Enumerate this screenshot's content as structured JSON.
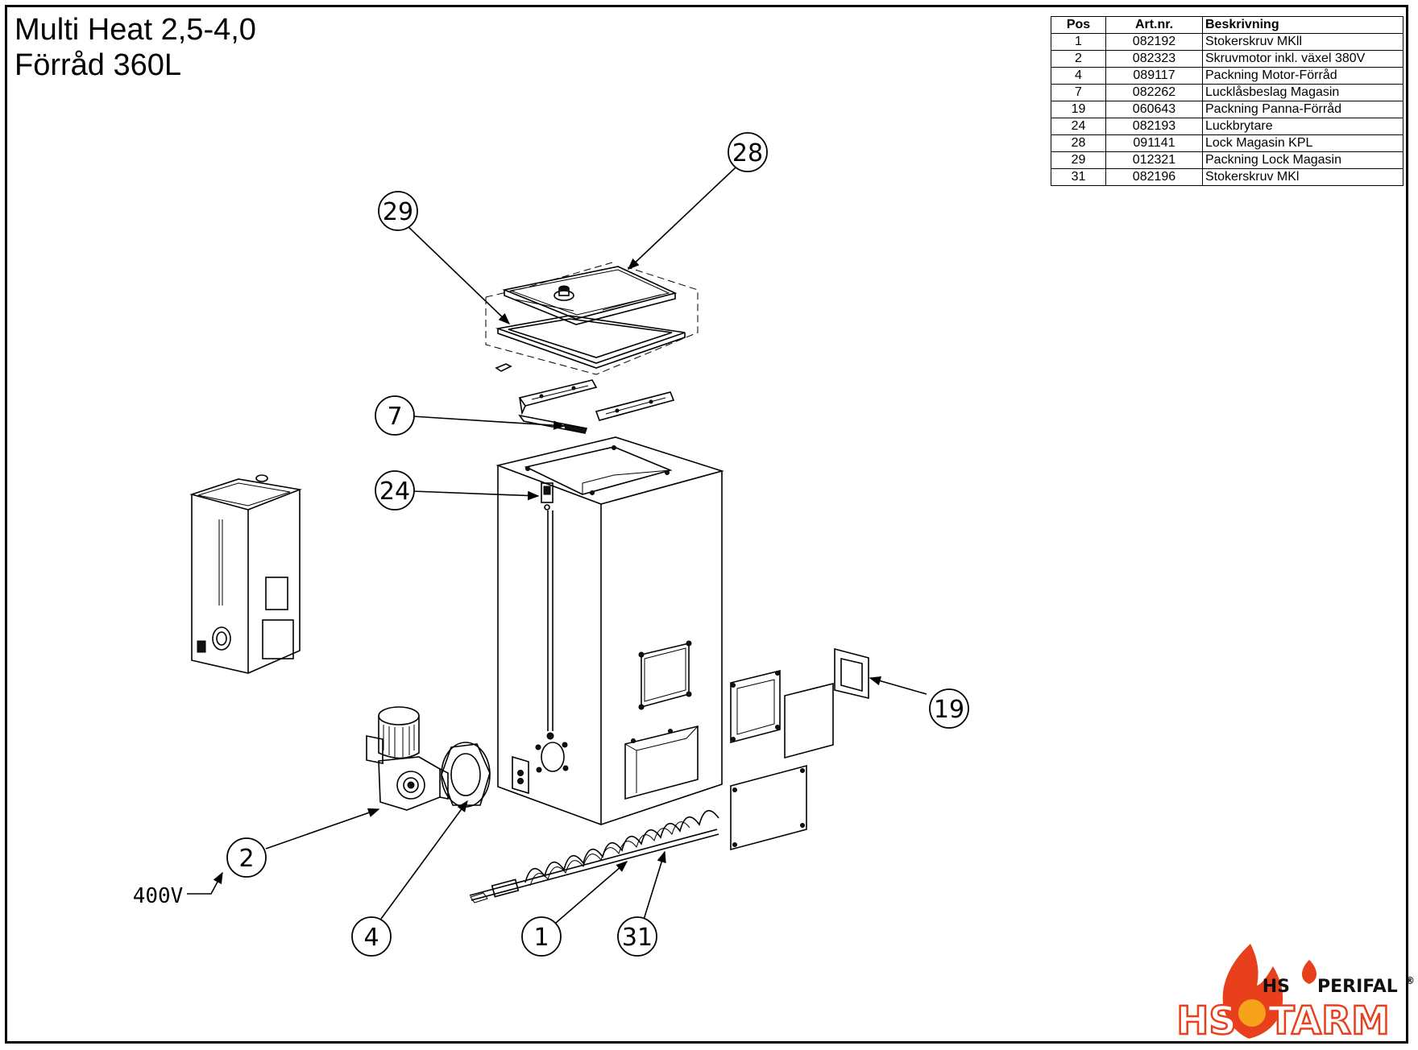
{
  "title": {
    "line1": "Multi Heat 2,5-4,0",
    "line2": "Förråd 360L"
  },
  "parts_table": {
    "headers": [
      "Pos",
      "Art.nr.",
      "Beskrivning"
    ],
    "rows": [
      {
        "pos": "1",
        "art": "082192",
        "desc": "Stokerskruv MKll"
      },
      {
        "pos": "2",
        "art": "082323",
        "desc": "Skruvmotor inkl. växel 380V"
      },
      {
        "pos": "4",
        "art": "089117",
        "desc": "Packning Motor-Förråd"
      },
      {
        "pos": "7",
        "art": "082262",
        "desc": "Lucklåsbeslag Magasin"
      },
      {
        "pos": "19",
        "art": "060643",
        "desc": "Packning Panna-Förråd"
      },
      {
        "pos": "24",
        "art": "082193",
        "desc": "Luckbrytare"
      },
      {
        "pos": "28",
        "art": "091141",
        "desc": "Lock Magasin KPL"
      },
      {
        "pos": "29",
        "art": "012321",
        "desc": "Packning Lock Magasin"
      },
      {
        "pos": "31",
        "art": "082196",
        "desc": "Stokerskruv MKl"
      }
    ]
  },
  "callouts": {
    "c28": "28",
    "c29": "29",
    "c7": "7",
    "c24": "24",
    "c19": "19",
    "c2": "2",
    "c4": "4",
    "c1": "1",
    "c31": "31"
  },
  "voltage_label": "400V",
  "logo": {
    "small": "HS PERIFAL",
    "registered": "®",
    "large": "HS TARM",
    "flame_color": "#e8401c",
    "accent_color": "#f6a21b"
  }
}
